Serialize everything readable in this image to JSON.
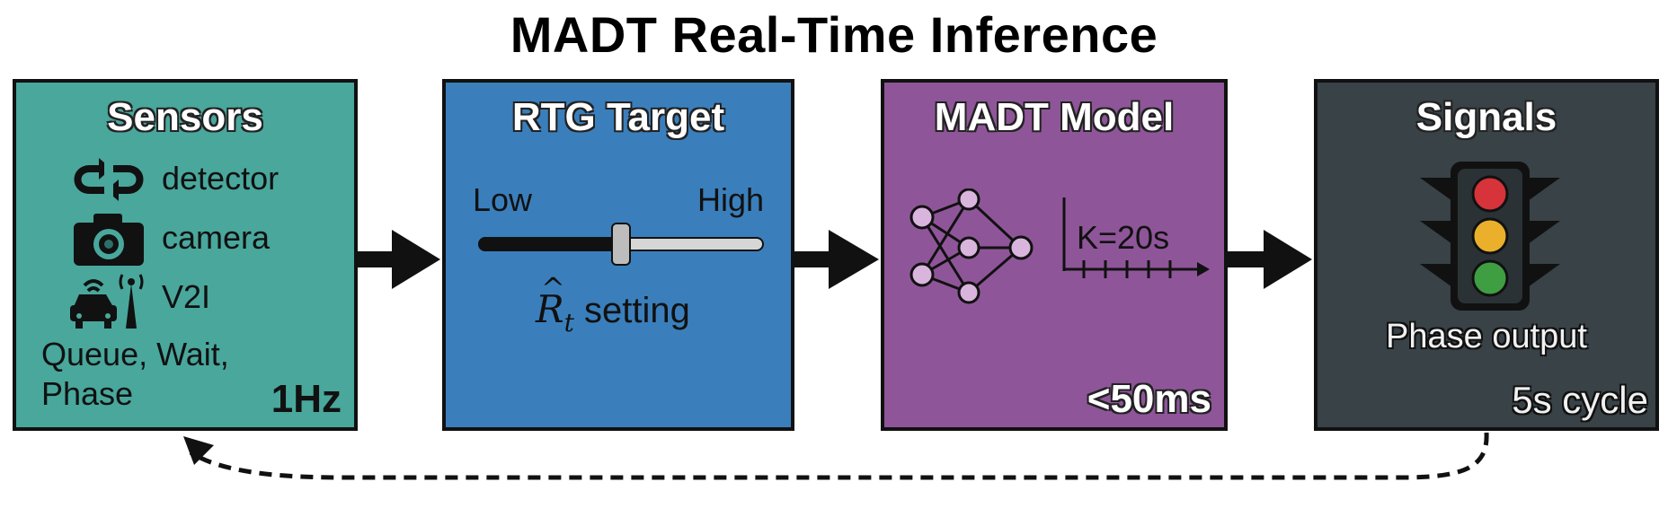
{
  "title": "MADT Real-Time Inference",
  "boxes": {
    "sensors": {
      "title": "Sensors",
      "items": [
        {
          "icon": "loop-detector-icon",
          "label": "detector"
        },
        {
          "icon": "camera-icon",
          "label": "camera"
        },
        {
          "icon": "v2i-car-antenna-icon",
          "label": "V2I"
        }
      ],
      "state_line1": "Queue, Wait,",
      "state_line2": "Phase",
      "rate": "1Hz",
      "color": "#49a79c"
    },
    "rtg": {
      "title": "RTG Target",
      "slider_low": "Low",
      "slider_high": "High",
      "slider_value_fraction": 0.5,
      "setting_suffix": "setting",
      "color": "#3a7fbc"
    },
    "model": {
      "title": "MADT Model",
      "context_label": "K=20s",
      "latency": "<50ms",
      "color": "#8f5599"
    },
    "signals": {
      "title": "Signals",
      "output_label": "Phase output",
      "cycle": "5s cycle",
      "light_colors": [
        "#d7333a",
        "#eab02c",
        "#3f9e42"
      ],
      "color": "#384247"
    }
  }
}
